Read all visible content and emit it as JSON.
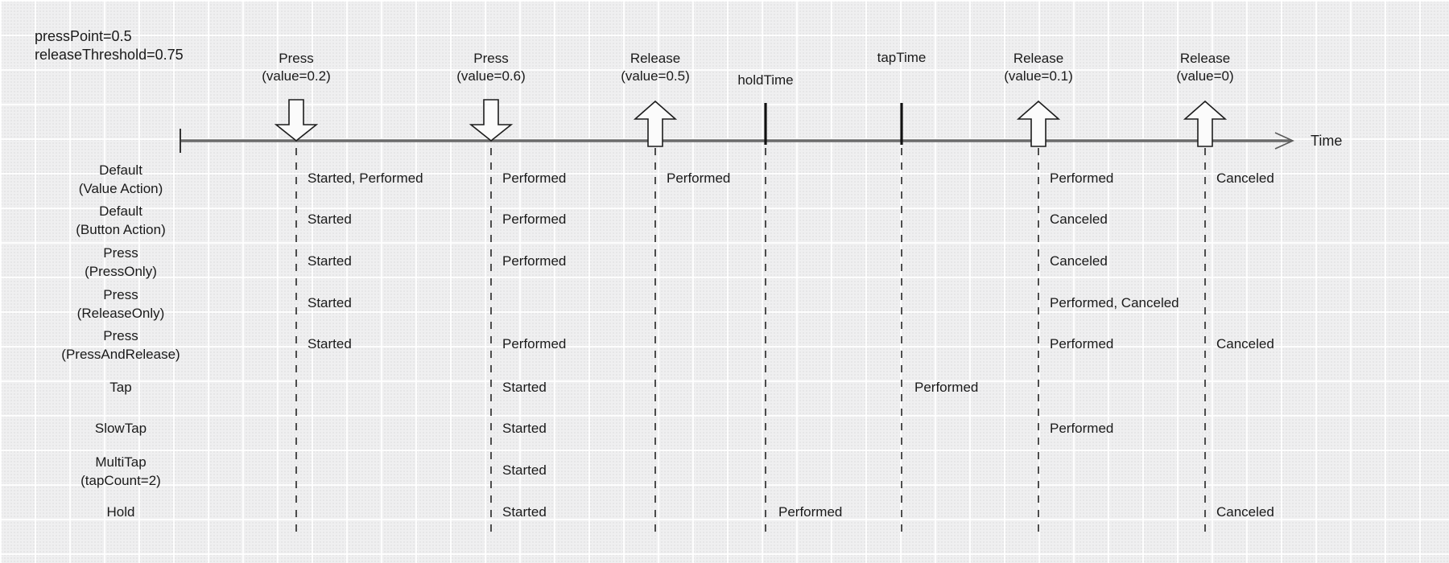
{
  "config": {
    "press_point": "pressPoint=0.5",
    "release_threshold": "releaseThreshold=0.75"
  },
  "timeline": {
    "axis_label": "Time"
  },
  "events": [
    {
      "name": "press-0.2",
      "line1": "Press",
      "line2": "(value=0.2)",
      "marker": "down-arrow"
    },
    {
      "name": "press-0.6",
      "line1": "Press",
      "line2": "(value=0.6)",
      "marker": "down-arrow"
    },
    {
      "name": "release-0.5",
      "line1": "Release",
      "line2": "(value=0.5)",
      "marker": "up-arrow"
    },
    {
      "name": "hold-time",
      "line1": "holdTime",
      "line2": "",
      "marker": "time-bar"
    },
    {
      "name": "tap-time",
      "line1": "tapTime",
      "line2": "",
      "marker": "time-bar"
    },
    {
      "name": "release-0.1",
      "line1": "Release",
      "line2": "(value=0.1)",
      "marker": "up-arrow"
    },
    {
      "name": "release-0",
      "line1": "Release",
      "line2": "(value=0)",
      "marker": "up-arrow"
    }
  ],
  "rows": [
    {
      "line1": "Default",
      "line2": "(Value Action)",
      "cells": {
        "c0": "Started, Performed",
        "c1": "Performed",
        "c2": "Performed",
        "c5": "Performed",
        "c6": "Canceled"
      }
    },
    {
      "line1": "Default",
      "line2": "(Button Action)",
      "cells": {
        "c0": "Started",
        "c1": "Performed",
        "c5": "Canceled"
      }
    },
    {
      "line1": "Press",
      "line2": "(PressOnly)",
      "cells": {
        "c0": "Started",
        "c1": "Performed",
        "c5": "Canceled"
      }
    },
    {
      "line1": "Press",
      "line2": "(ReleaseOnly)",
      "cells": {
        "c0": "Started",
        "c5": "Performed, Canceled"
      }
    },
    {
      "line1": "Press",
      "line2": "(PressAndRelease)",
      "cells": {
        "c0": "Started",
        "c1": "Performed",
        "c5": "Performed",
        "c6": "Canceled"
      }
    },
    {
      "line1": "Tap",
      "line2": "",
      "cells": {
        "c1": "Started",
        "c4": "Performed"
      }
    },
    {
      "line1": "SlowTap",
      "line2": "",
      "cells": {
        "c1": "Started",
        "c5": "Performed"
      }
    },
    {
      "line1": "MultiTap",
      "line2": "(tapCount=2)",
      "cells": {
        "c1": "Started"
      }
    },
    {
      "line1": "Hold",
      "line2": "",
      "cells": {
        "c1": "Started",
        "c3": "Performed",
        "c6": "Canceled"
      }
    }
  ],
  "colors": {
    "background": "#efeff0",
    "grid_line": "#fafafa",
    "grid_dot": "#e3e3e4",
    "ink": "#1a1a1a",
    "axis": "#6a6a6a",
    "dashed_guideline": "#3b3b3b",
    "marker_fill": "#fbfbfb"
  }
}
